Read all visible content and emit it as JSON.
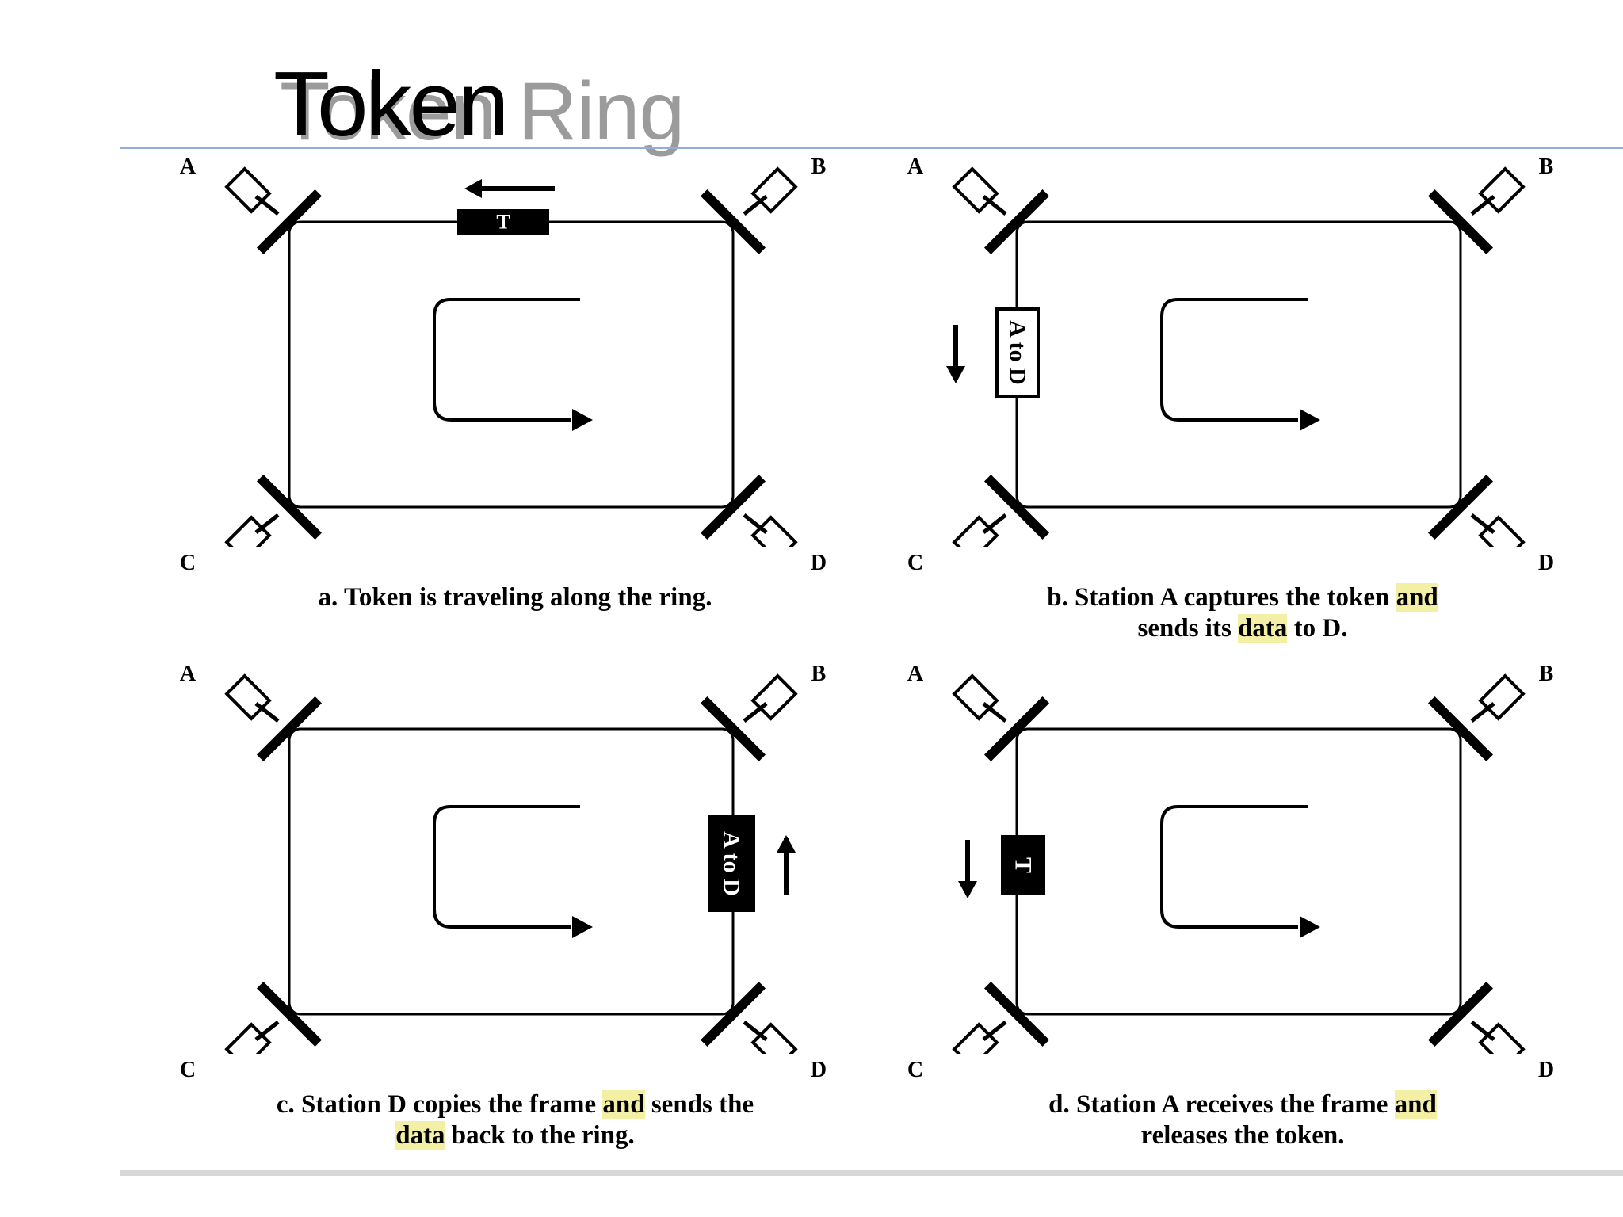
{
  "slide": {
    "title_main": "Token",
    "title_ghost": "Token Ring"
  },
  "panels": [
    {
      "id": "a",
      "stations": [
        "A",
        "B",
        "C",
        "D"
      ],
      "frame_label": "T",
      "caption_lines": [
        [
          {
            "text": "a. Token is traveling along the ring.",
            "highlight": false
          }
        ]
      ]
    },
    {
      "id": "b",
      "stations": [
        "A",
        "B",
        "C",
        "D"
      ],
      "frame_label": "A to D",
      "caption_lines": [
        [
          {
            "text": "b. Station A captures the token ",
            "highlight": false
          },
          {
            "text": "and",
            "highlight": true
          }
        ],
        [
          {
            "text": "sends its ",
            "highlight": false
          },
          {
            "text": "data",
            "highlight": true
          },
          {
            "text": " to D.",
            "highlight": false
          }
        ]
      ]
    },
    {
      "id": "c",
      "stations": [
        "A",
        "B",
        "C",
        "D"
      ],
      "frame_label": "A to D",
      "caption_lines": [
        [
          {
            "text": "c. Station D copies the frame ",
            "highlight": false
          },
          {
            "text": "and",
            "highlight": true
          },
          {
            "text": " sends the",
            "highlight": false
          }
        ],
        [
          {
            "text": "data",
            "highlight": true
          },
          {
            "text": " back to the ring.",
            "highlight": false
          }
        ]
      ]
    },
    {
      "id": "d",
      "stations": [
        "A",
        "B",
        "C",
        "D"
      ],
      "frame_label": "T",
      "caption_lines": [
        [
          {
            "text": "d. Station A receives the frame ",
            "highlight": false
          },
          {
            "text": "and",
            "highlight": true
          }
        ],
        [
          {
            "text": "releases the token.",
            "highlight": false
          }
        ]
      ]
    }
  ],
  "colors": {
    "rule": "#8fb0da",
    "highlight": "#f3f0a6",
    "ink": "#000000"
  }
}
